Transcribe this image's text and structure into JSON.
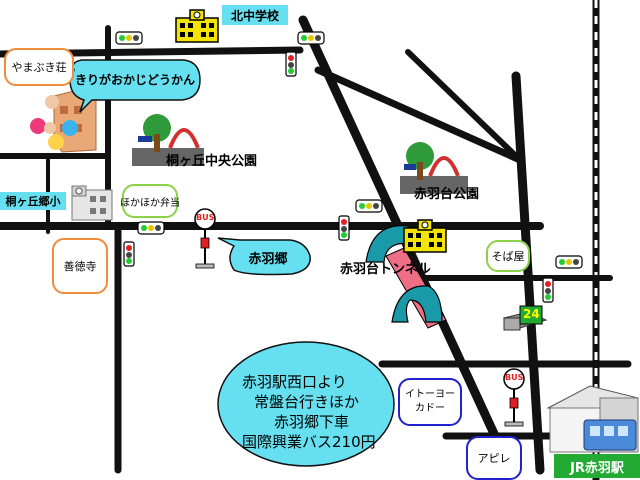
{
  "landmarks": {
    "kita_chugakko": "北中学校",
    "yamabuki_so": "やまぶき荘",
    "kirigaoka_bubble": "きりがおかじどうかん",
    "kirigaoka_park": "桐ヶ丘中央公園",
    "akabanedai_park": "赤羽台公園",
    "kirigaoka_gosho": "桐ヶ丘郷小",
    "hokahoka_bento": "ほかほか弁当",
    "zentokuji": "善徳寺",
    "akabanego_bubble": "赤羽郷",
    "akabanedai_tunnel": "赤羽台トンネル",
    "soba_ya": "そば屋",
    "ito_yokado": "イトーヨーカドー",
    "apire": "アピレ",
    "jr_akabane": "JR赤羽駅",
    "bus_sign": "BUS",
    "convenience_24": "24"
  },
  "directions": {
    "line1": "赤羽駅西口より",
    "line2": "常盤台行きほか",
    "line3": "赤羽郷下車",
    "line4": "国際興業バス210円"
  },
  "colors": {
    "road": "#111111",
    "callout_cyan": "#66e0f0",
    "station_green": "#22aa33",
    "tunnel_pink": "#ee6e86",
    "tunnel_teal": "#1a9aa8",
    "border_orange": "#f08a3c",
    "border_green": "#8ad24a",
    "border_blue": "#2222cc"
  }
}
